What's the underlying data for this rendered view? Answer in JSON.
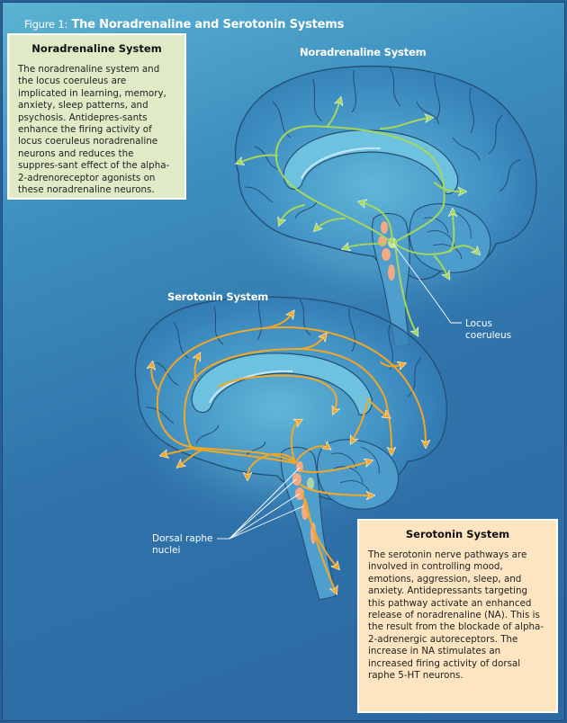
{
  "figure": {
    "label": "Figure 1:",
    "title": "The Noradrenaline and Serotonin Systems"
  },
  "diagrams": {
    "noradrenaline": {
      "label": "Noradrenaline System",
      "pathway_color": "#a6d65a",
      "callout": [
        "Locus",
        "coeruleus"
      ]
    },
    "serotonin": {
      "label": "Serotonin System",
      "pathway_color": "#f5a623",
      "callout": [
        "Dorsal raphe",
        "nuclei"
      ]
    },
    "nucleus_color": "#f2a984"
  },
  "info_boxes": {
    "noradrenaline": {
      "title": "Noradrenaline System",
      "body": "The noradrenaline system and the locus coeruleus are implicated in learning, memory, anxiety, sleep patterns, and psychosis. Antidepres-sants enhance the firing activity of locus coeruleus noradrenaline neurons and reduces the suppres-sant effect of the alpha-2-adrenoreceptor agonists on these noradrenaline neurons.",
      "background": "#dfebc6"
    },
    "serotonin": {
      "title": "Serotonin System",
      "body": "The serotonin nerve pathways are involved in controlling mood, emotions, aggression, sleep, and anxiety. Antidepressants targeting this pathway activate an enhanced release of noradrenaline (NA). This is the result from the blockade of alpha-2-adrenergic autoreceptors. The increase in NA stimulates an increased firing activity of dorsal raphe 5-HT neurons.",
      "background": "#fde5c2"
    }
  }
}
